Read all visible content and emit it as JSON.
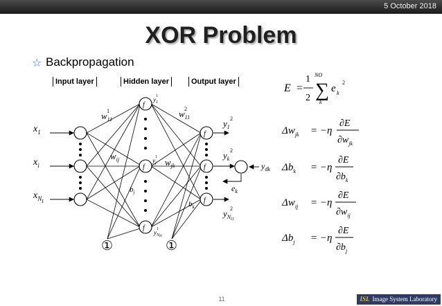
{
  "header": {
    "date": "5 October 2018"
  },
  "title": "XOR Problem",
  "bullet": {
    "icon": "star-outline-icon",
    "text": "Backpropagation",
    "color": "#3a64b8"
  },
  "layers": {
    "input": "Input layer",
    "hidden": "Hidden layer",
    "output": "Output layer"
  },
  "diagram": {
    "node_function": "f",
    "bias_symbol": "①",
    "inputs": {
      "x1": "x",
      "x1_sub": "1",
      "xi": "x",
      "xi_sub": "i",
      "xn": "x",
      "xn_sub": "N",
      "xn_subsub": "I"
    },
    "weights": {
      "w1": "w",
      "w1_sub": "11",
      "w1_sup": "1",
      "w2": "w",
      "w2_sub": "11",
      "w2_sup": "2",
      "wij": "w",
      "wij_sub": "ij",
      "wjk": "w",
      "wjk_sub": "jk"
    },
    "biases": {
      "bj": "b",
      "bj_sub": "j",
      "bk": "b",
      "bk_sub": "k"
    },
    "hidden_outputs": {
      "y1": "y",
      "y1_sub": "1",
      "y1_sup": "1",
      "yj": "y",
      "yj_sub": "j",
      "yj_sup": "1",
      "yn": "y",
      "yn_sub": "N",
      "yn_subsub": "H",
      "yn_sup": "1"
    },
    "outputs": {
      "y1": "y",
      "y1_sub": "1",
      "y1_sup": "2",
      "yk": "y",
      "yk_sub": "k",
      "yk_sup": "2",
      "yn": "y",
      "yn_sub": "N",
      "yn_subsub": "O",
      "yn_sup": "2"
    },
    "target": {
      "y": "y",
      "y_sub": "dk"
    },
    "error": {
      "e": "e",
      "e_sub": "k"
    }
  },
  "equations": {
    "loss": {
      "lhs": "E",
      "eq": "=",
      "num": "1",
      "den": "2",
      "sum": "∑",
      "sum_top": "NO",
      "sum_bottom": "k",
      "term": "e",
      "term_sub": "k",
      "term_sup": "2"
    },
    "dwjk": {
      "delta": "Δ",
      "var": "w",
      "var_sub": "jk",
      "rhs": "= −η",
      "num": "∂E",
      "den_d": "∂",
      "den_var": "w",
      "den_sub": "jk"
    },
    "dbk": {
      "delta": "Δ",
      "var": "b",
      "var_sub": "k",
      "rhs": "= −η",
      "num": "∂E",
      "den_d": "∂",
      "den_var": "b",
      "den_sub": "k"
    },
    "dwij": {
      "delta": "Δ",
      "var": "w",
      "var_sub": "ij",
      "rhs": "= −η",
      "num": "∂E",
      "den_d": "∂",
      "den_var": "w",
      "den_sub": "ij"
    },
    "dbj": {
      "delta": "Δ",
      "var": "b",
      "var_sub": "j",
      "rhs": "= −η",
      "num": "∂E",
      "den_d": "∂",
      "den_var": "b",
      "den_sub": "j"
    }
  },
  "footer": {
    "page": "11",
    "logo_mark": "ISL",
    "logo_text": "Image System Laboratory"
  }
}
